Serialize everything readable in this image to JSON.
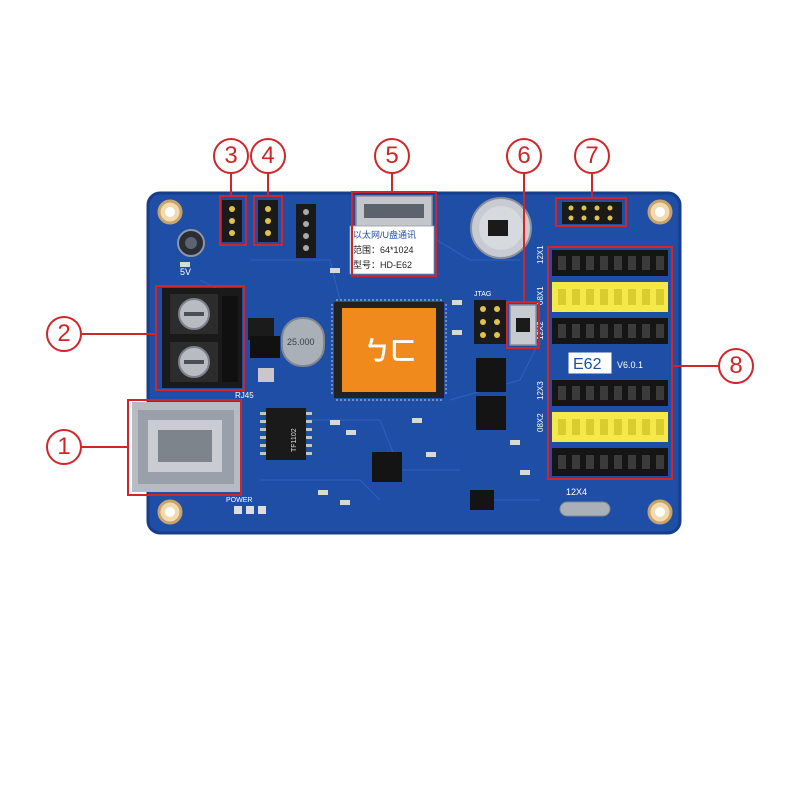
{
  "callouts": [
    {
      "label": "1"
    },
    {
      "label": "2"
    },
    {
      "label": "3"
    },
    {
      "label": "4"
    },
    {
      "label": "5"
    },
    {
      "label": "6"
    },
    {
      "label": "7"
    },
    {
      "label": "8"
    }
  ],
  "board": {
    "logo_text": "ㄅㄈ",
    "sticker": {
      "line1": "以太网/U盘通讯",
      "line2": "范围：64*1024",
      "line3": "型号：HD-E62"
    },
    "model_label": "E62",
    "version_label": "V6.0.1",
    "rj45_label": "RJ45",
    "jtag_label": "JTAG",
    "power_label": "POWER",
    "voltage_label": "5V",
    "crystal_label": "25.000",
    "transformer_label": "TF1102",
    "hub_labels": [
      "12X1",
      "08X1",
      "12X2",
      "08X2",
      "12X3",
      "12X4"
    ],
    "colors": {
      "pcb_blue": "#1f4ea6",
      "callout_red": "#d0262a",
      "chip_orange": "#f08a1c",
      "header_yellow": "#f4e84a",
      "header_black": "#151515",
      "screw_silver": "#b8bcc2"
    }
  }
}
